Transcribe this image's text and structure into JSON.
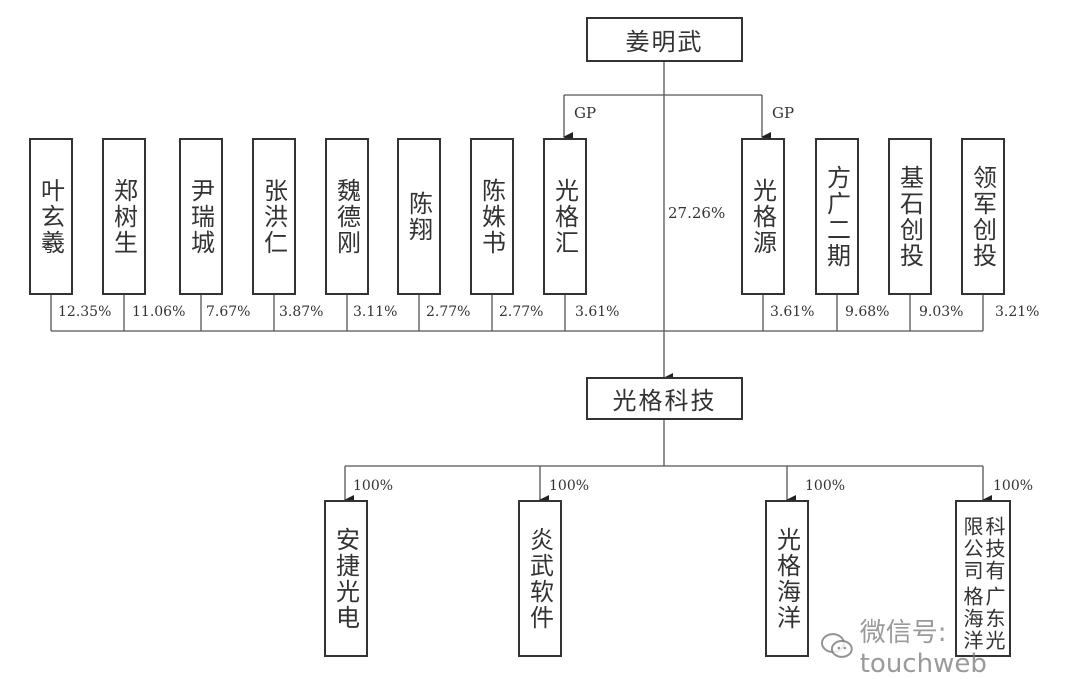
{
  "root": {
    "name": "姜明武"
  },
  "company": {
    "name": "光格科技",
    "direct_stake": "27.26%"
  },
  "gp_label": "GP",
  "shareholders": [
    {
      "name": "叶玄羲",
      "pct": "12.35%"
    },
    {
      "name": "郑树生",
      "pct": "11.06%"
    },
    {
      "name": "尹瑞城",
      "pct": "7.67%"
    },
    {
      "name": "张洪仁",
      "pct": "3.87%"
    },
    {
      "name": "魏德刚",
      "pct": "3.11%"
    },
    {
      "name": "陈翔",
      "pct": "2.77%"
    },
    {
      "name": "陈姝书",
      "pct": "2.77%"
    },
    {
      "name": "光格汇",
      "pct": "3.61%"
    },
    {
      "name": "光格源",
      "pct": "3.61%"
    },
    {
      "name": "方广二期",
      "pct": "9.68%"
    },
    {
      "name": "基石创投",
      "pct": "9.03%"
    },
    {
      "name": "领军创投",
      "pct": "3.21%"
    }
  ],
  "subsidiaries": [
    {
      "name": "安捷光电",
      "pct": "100%"
    },
    {
      "name": "炎武软件",
      "pct": "100%"
    },
    {
      "name": "光格海洋",
      "pct": "100%"
    },
    {
      "name": "广东光格海洋科技有限公司",
      "line1": "科技有限公司",
      "line2": "广东光格海洋",
      "pct": "100%"
    }
  ],
  "watermark": {
    "text": "微信号: touchweb",
    "icon": "wechat-icon"
  }
}
